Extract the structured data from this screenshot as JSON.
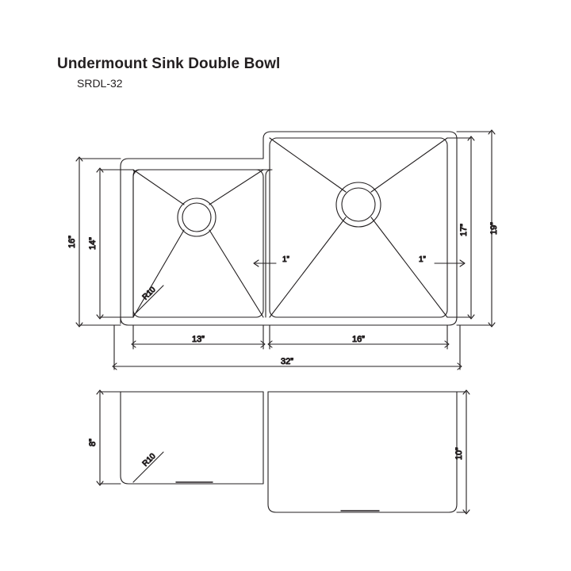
{
  "header": {
    "title": "Undermount Sink Double Bowl",
    "model": "SRDL-32"
  },
  "diagram": {
    "top_view": {
      "name": "top-view",
      "dimensions": {
        "left_outer_height": "16”",
        "left_inner_height": "14”",
        "right_outer_height": "19”",
        "right_inner_height": "17”",
        "left_bowl_width": "13”",
        "right_bowl_width": "16”",
        "total_width": "32”",
        "left_ledge": "1”",
        "right_ledge": "1”",
        "corner_radius": "R10"
      }
    },
    "side_view": {
      "name": "side-view",
      "dimensions": {
        "left_depth": "8”",
        "right_depth": "10”",
        "corner_radius": "R10"
      }
    }
  },
  "colors": {
    "line": "#231f20",
    "background": "#ffffff"
  }
}
